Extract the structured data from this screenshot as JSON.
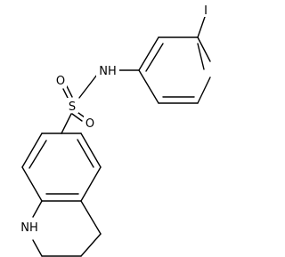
{
  "structure": {
    "atoms": {
      "iodine": "I",
      "amine_nh": "NH",
      "sulfur": "S",
      "oxygen_1": "O",
      "oxygen_2": "O",
      "ring_nh": "NH"
    }
  },
  "colors": {
    "bond": "#000000",
    "background": "#ffffff"
  }
}
